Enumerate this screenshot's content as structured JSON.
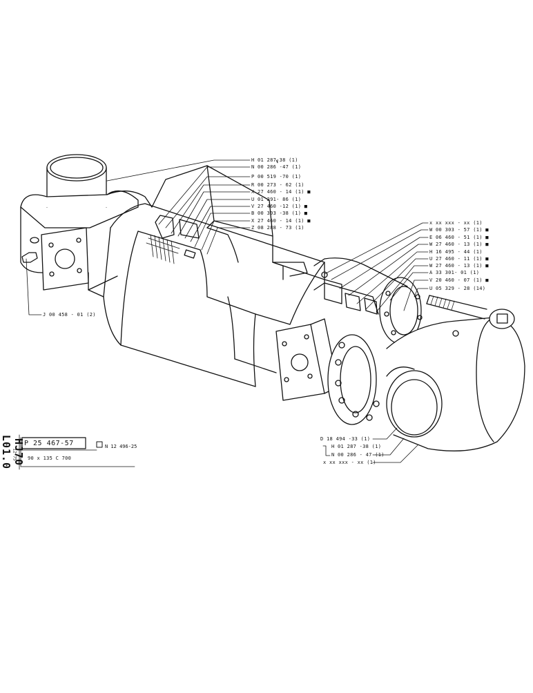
{
  "title_block": {
    "part_number": "P 25 467-57",
    "sub_number": "N 12 496-25",
    "dimensions": "90 x 135   C 700",
    "side_code": "HJ70 L01.0",
    "side_date": "12-75"
  },
  "callouts_top": [
    "H 01 287-38 (1)",
    "N 00 286 -47 (1)",
    "P 00 519 -70 (1)",
    "R 00 273 - 62 (1)",
    "X 27 460 - 14 (1) ■",
    "U 01 291- 86 (1)",
    "V 27 460 -12 (1) ■",
    "B 00 303 -38 (1) ■",
    "X 27 460 - 14 (1) ■",
    "Z 08 288 - 73 (1)"
  ],
  "callouts_right": [
    "x xx xxx - xx (1)",
    "W 00 303 - 57 (1) ■",
    "E 06 460 - 51 (1) ■",
    "W 27 460 - 13 (1) ■",
    "H 16 495 - 44 (1)",
    "U 27 460 - 11 (1) ■",
    "W 27 460 - 13 (1) ■",
    "A 33 301- 01 (1)",
    "V 20 460 - 07 (1) ■",
    "U 05 329 - 28 (14)"
  ],
  "callouts_bottom": [
    "D 18 494 -33 (1)",
    "H 01 287 -38 (1)",
    "N 00 286 - 47 (1)",
    "x xx xxx - xx (1)"
  ],
  "callout_left": "J 00 458 - 01 (2)"
}
